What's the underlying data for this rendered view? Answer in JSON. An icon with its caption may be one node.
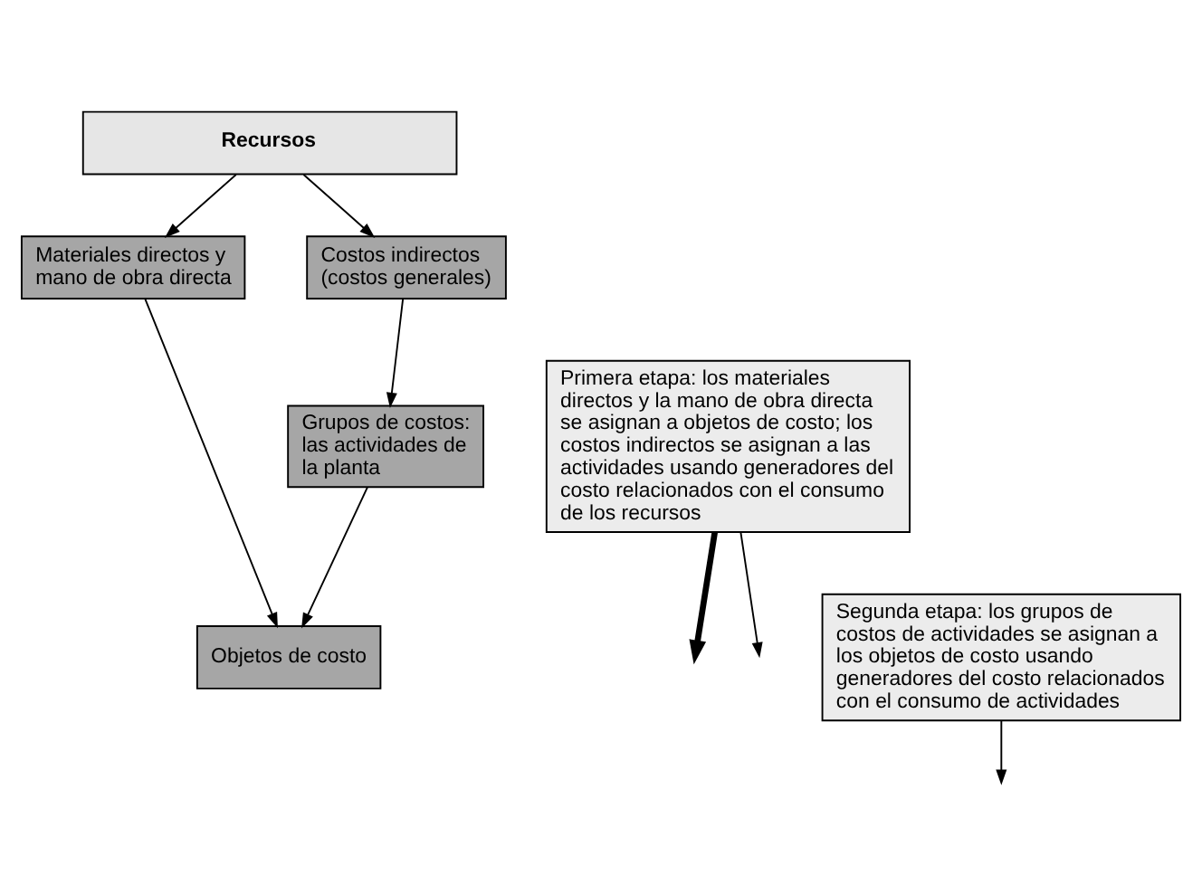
{
  "diagram": {
    "nodes": [
      {
        "text": [
          "Recursos"
        ]
      },
      {
        "text": [
          "Materiales directos y mano de obra directa"
        ]
      },
      {
        "text": [
          "Costos indirectos (costos generales)"
        ]
      },
      {
        "text": [
          "Primera etapa: los materiales directos y la mano de obra directa se asignan a objetos de costo; los costos indirectos se asignan a las actividades usando generadores del costo relacionados con el consumo de los recursos"
        ]
      },
      {
        "text": [
          "Grupos de costos: las actividades de la planta"
        ]
      },
      {
        "text": [
          "Segunda etapa: los grupos de costos de actividades se asignan a los objetos de costo usando generadores del costo relacionados con el consumo de actividades"
        ]
      },
      {
        "text": [
          "Objetos de costo"
        ]
      }
    ],
    "edges": [
      {
        "from": 0,
        "to": 1,
        "arrow": "to"
      },
      {
        "from": 0,
        "to": 2,
        "arrow": "to"
      },
      {
        "from": 2,
        "to": 4,
        "arrow": "to"
      },
      {
        "from": 4,
        "to": 6,
        "arrow": "to"
      },
      {
        "from": 1,
        "to": 6,
        "arrow": "to"
      },
      {
        "from": 3,
        "to": null,
        "arrow": "to",
        "style": "thick"
      },
      {
        "from": 3,
        "to": null,
        "arrow": "to"
      },
      {
        "from": 5,
        "to": null,
        "arrow": "to"
      }
    ]
  }
}
